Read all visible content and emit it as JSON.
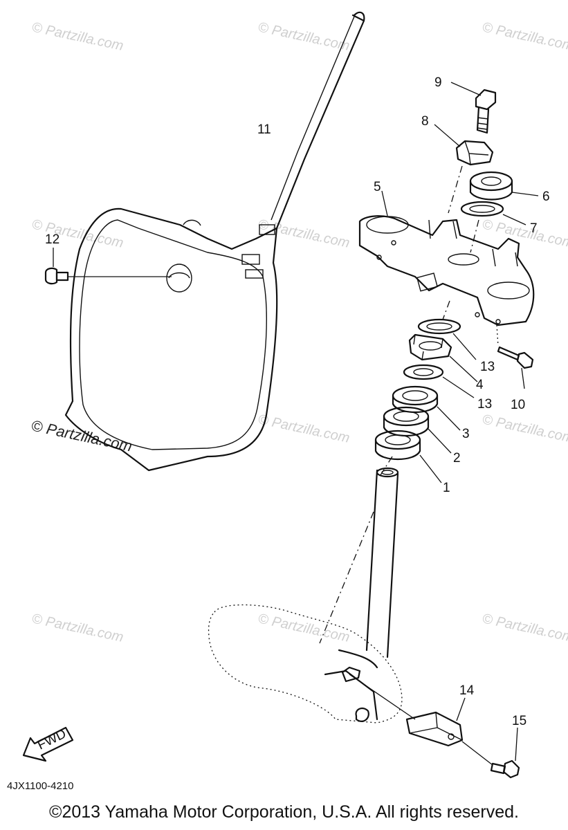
{
  "diagram": {
    "part_code": "4JX1100-4210",
    "fwd_label": "FWD",
    "watermark": "© Partzilla.com",
    "copyright": "©2013 Yamaha Motor Corporation, U.S.A. All rights reserved.",
    "callouts": {
      "c1": "1",
      "c2": "2",
      "c3": "3",
      "c4": "4",
      "c5": "5",
      "c6": "6",
      "c7": "7",
      "c8": "8",
      "c9": "9",
      "c10": "10",
      "c11": "11",
      "c12": "12",
      "c13a": "13",
      "c13b": "13",
      "c14": "14",
      "c15": "15"
    }
  }
}
